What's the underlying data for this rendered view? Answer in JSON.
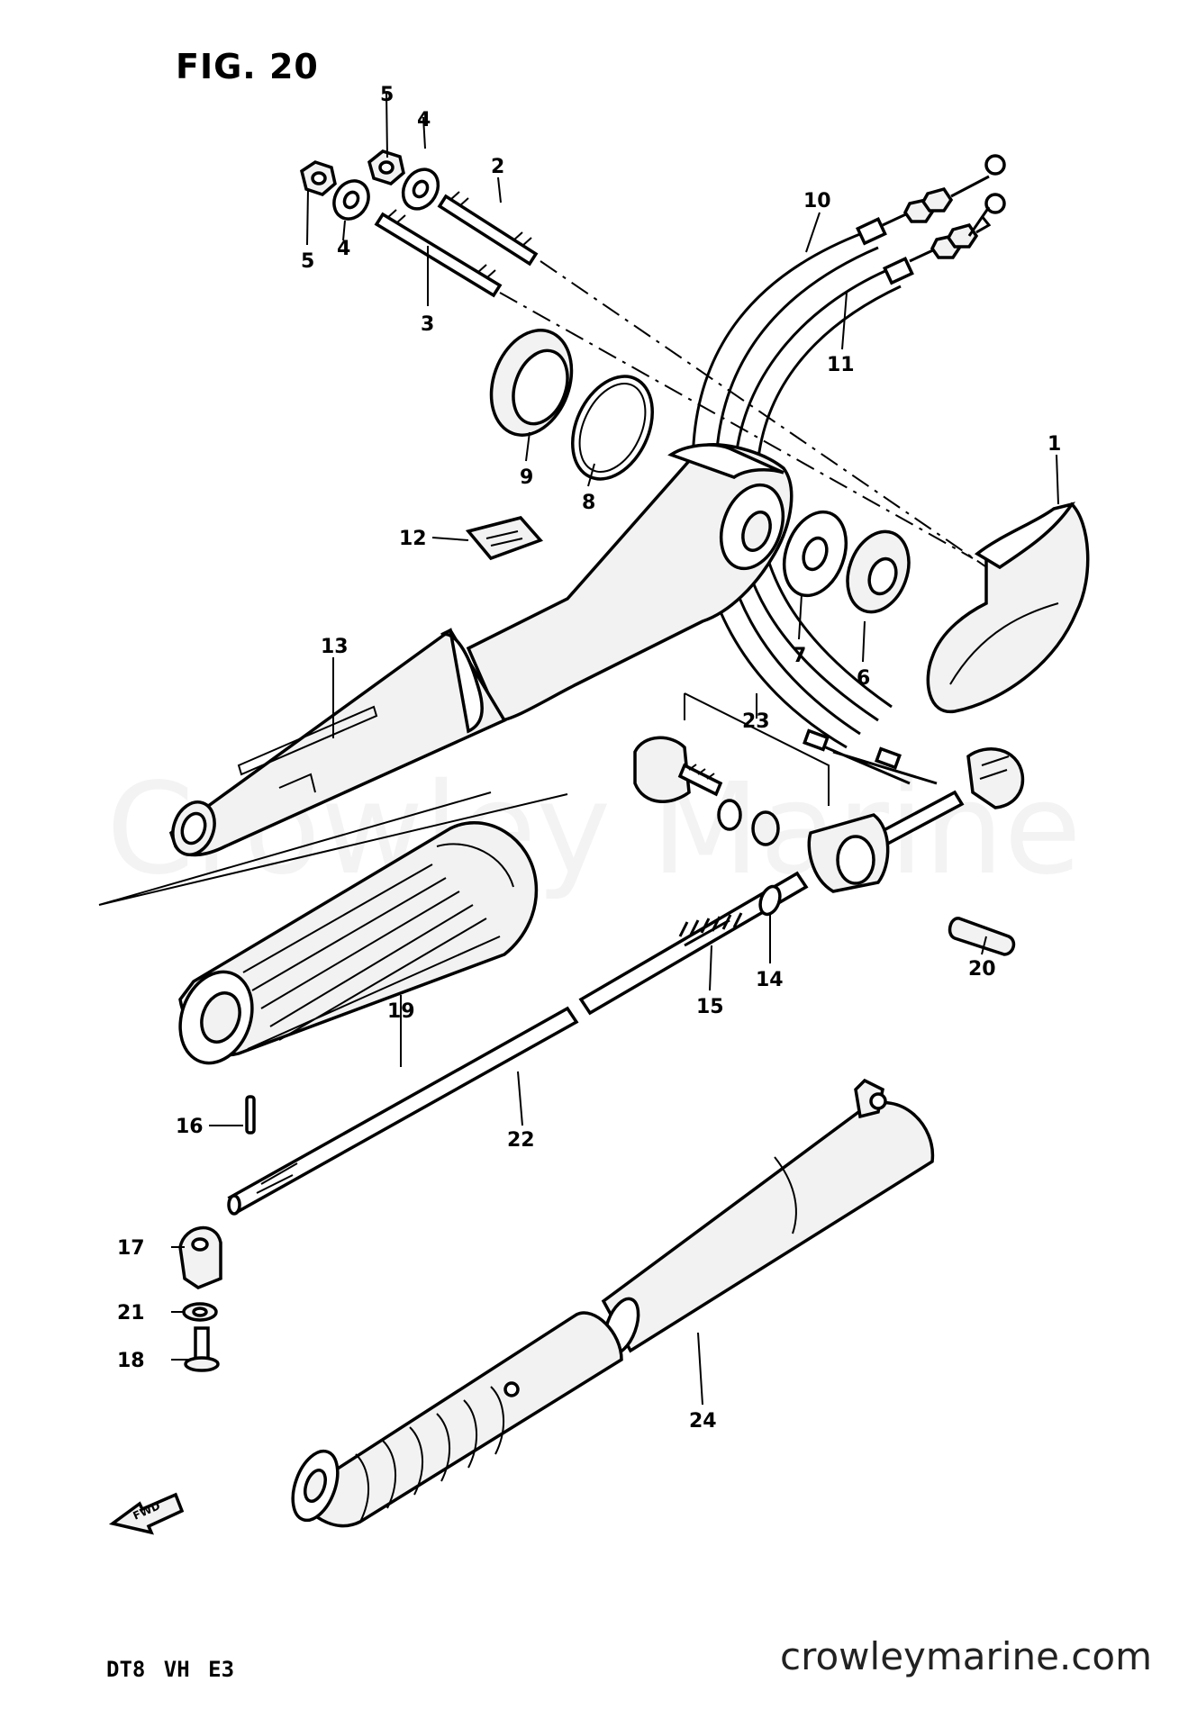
{
  "figure": {
    "title": "FIG. 20",
    "model_code": "DT8 VH E3",
    "watermark": "Crowley Marine",
    "website": "crowleymarine.com",
    "fwd_label": "FWD"
  },
  "callouts": [
    {
      "id": "c1",
      "text": "1"
    },
    {
      "id": "c2",
      "text": "2"
    },
    {
      "id": "c3",
      "text": "3"
    },
    {
      "id": "c4a",
      "text": "4"
    },
    {
      "id": "c4b",
      "text": "4"
    },
    {
      "id": "c5a",
      "text": "5"
    },
    {
      "id": "c5b",
      "text": "5"
    },
    {
      "id": "c6",
      "text": "6"
    },
    {
      "id": "c7",
      "text": "7"
    },
    {
      "id": "c8",
      "text": "8"
    },
    {
      "id": "c9",
      "text": "9"
    },
    {
      "id": "c10",
      "text": "10"
    },
    {
      "id": "c11",
      "text": "11"
    },
    {
      "id": "c12",
      "text": "12"
    },
    {
      "id": "c13",
      "text": "13"
    },
    {
      "id": "c14",
      "text": "14"
    },
    {
      "id": "c15",
      "text": "15"
    },
    {
      "id": "c16",
      "text": "16"
    },
    {
      "id": "c17",
      "text": "17"
    },
    {
      "id": "c18",
      "text": "18"
    },
    {
      "id": "c19",
      "text": "19"
    },
    {
      "id": "c20",
      "text": "20"
    },
    {
      "id": "c21",
      "text": "21"
    },
    {
      "id": "c22",
      "text": "22"
    },
    {
      "id": "c23",
      "text": "23"
    },
    {
      "id": "c24",
      "text": "24"
    }
  ]
}
